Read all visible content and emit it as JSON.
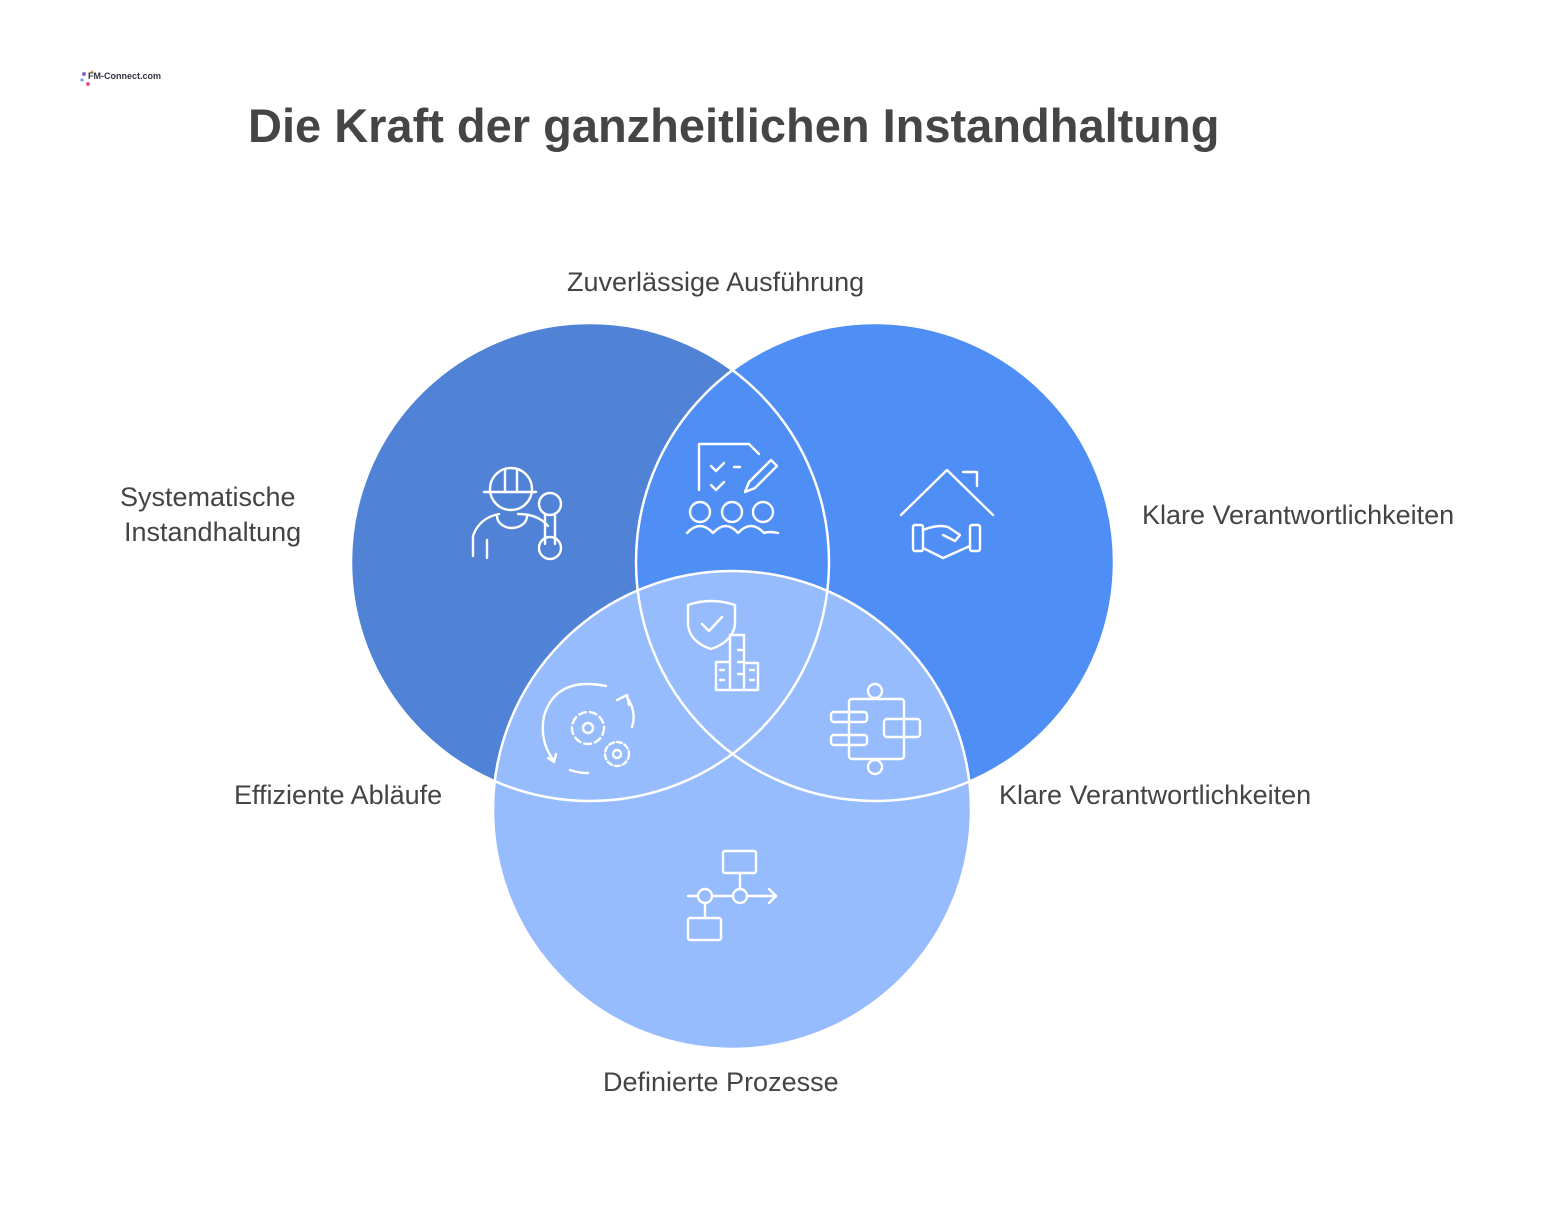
{
  "logo": {
    "text": "FM-Connect.com"
  },
  "title": "Die Kraft der ganzheitlichen Instandhaltung",
  "colors": {
    "left": "#5082d5",
    "right": "#4f8ef5",
    "bottom": "#97bcfd",
    "outline": "#ffffff",
    "text": "#444444"
  },
  "circles": {
    "left": {
      "label_line1": "Systematische",
      "label_line2": "Instandhaltung",
      "icon": "worker-wrench-icon"
    },
    "right": {
      "label": "Klare Verantwortlichkeiten",
      "icon": "house-handshake-icon"
    },
    "bottom": {
      "label": "Definierte Prozesse",
      "icon": "process-flow-icon"
    }
  },
  "intersections": {
    "left_right": {
      "label": "Zuverlässige Ausführung",
      "icon": "checklist-team-icon"
    },
    "left_bottom": {
      "label": "Effiziente Abläufe",
      "icon": "gears-cycle-icon"
    },
    "right_bottom": {
      "label": "Klare Verantwortlichkeiten",
      "icon": "puzzle-icon"
    },
    "center": {
      "icon": "shield-building-icon"
    }
  }
}
